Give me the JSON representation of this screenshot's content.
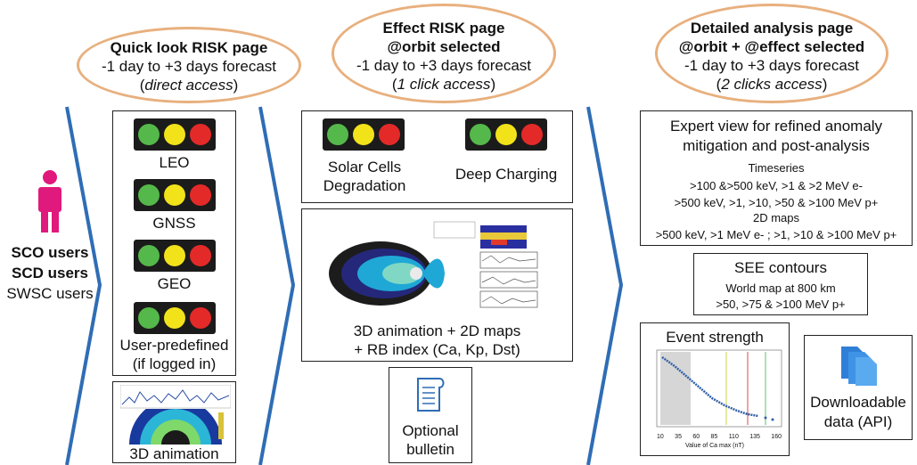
{
  "ovals": [
    {
      "title": "Quick look RISK page",
      "line2": "-1 day to +3 days forecast",
      "access_open": "(",
      "access": "direct access",
      "access_close": ")"
    },
    {
      "title": "Effect RISK page",
      "title2": "@orbit selected",
      "line2": "-1 day to +3 days forecast",
      "access_open": "(",
      "access": "1 click access",
      "access_close": ")"
    },
    {
      "title": "Detailed analysis page",
      "title2": "@orbit + @effect selected",
      "line2": "-1 day to +3 days forecast",
      "access_open": "(",
      "access": "2 clicks access",
      "access_close": ")"
    }
  ],
  "users": {
    "sco": "SCO users",
    "scd": "SCD users",
    "swsc": "SWSC users"
  },
  "column1": {
    "labels": [
      "LEO",
      "GNSS",
      "GEO",
      "User-predefined",
      "(if logged in)"
    ],
    "anim_label": "3D animation"
  },
  "column2": {
    "effects": [
      "Solar Cells",
      "Degradation",
      "Deep Charging"
    ],
    "anim_line1": "3D animation + 2D maps",
    "anim_line2": "+ RB index (Ca, Kp, Dst)",
    "bulletin": [
      "Optional",
      "bulletin"
    ]
  },
  "column3": {
    "expert_title1": "Expert view for refined anomaly",
    "expert_title2": "mitigation and post-analysis",
    "timeseries": "Timeseries",
    "ts1": ">100 &>500 keV, >1 & >2 MeV e-",
    "ts2": ">500 keV, >1, >10, >50 & >100 MeV p+",
    "maps": "2D maps",
    "maps1": ">500 keV, >1 MeV e-  ; >1, >10 & >100 MeV p+",
    "see_title": "SEE contours",
    "see1": "World map at 800 km",
    "see2": ">50, >75 & >100 MeV p+",
    "event_title": "Event strength",
    "event_xlabel": "Value of Ca max (nT)",
    "event_xticks": [
      "10",
      "35",
      "60",
      "85",
      "110",
      "135",
      "160"
    ],
    "download1": "Downloadable",
    "download2": "data (API)"
  },
  "colors": {
    "oval_border": "#e8b07e",
    "chevron": "#2f6db5",
    "user_icon": "#e0197d",
    "green": "#55b84a",
    "yellow": "#f2e21a",
    "red": "#e32a28"
  }
}
